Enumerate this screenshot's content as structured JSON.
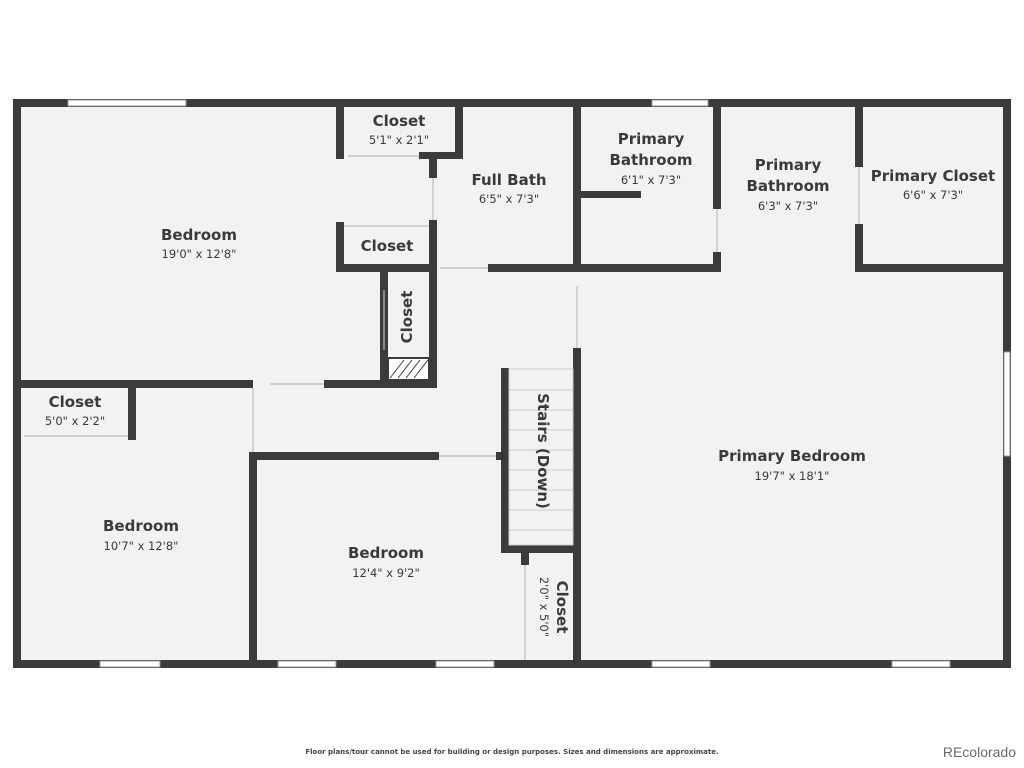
{
  "rooms": {
    "bedroom_nw": {
      "name": "Bedroom",
      "dim": "19'0\" x 12'8\""
    },
    "closet_top": {
      "name": "Closet",
      "dim": "5'1\" x 2'1\""
    },
    "full_bath": {
      "name": "Full Bath",
      "dim": "6'5\" x 7'3\""
    },
    "primary_bathroom_1": {
      "name_line1": "Primary",
      "name_line2": "Bathroom",
      "dim": "6'1\" x 7'3\""
    },
    "primary_bathroom_2": {
      "name_line1": "Primary",
      "name_line2": "Bathroom",
      "dim": "6'3\" x 7'3\""
    },
    "primary_closet": {
      "name": "Primary Closet",
      "dim": "6'6\" x 7'3\""
    },
    "closet_mid": {
      "name": "Closet"
    },
    "closet_vertical": {
      "name": "Closet"
    },
    "closet_sw": {
      "name": "Closet",
      "dim": "5'0\" x 2'2\""
    },
    "bedroom_sw": {
      "name": "Bedroom",
      "dim": "10'7\" x 12'8\""
    },
    "bedroom_s": {
      "name": "Bedroom",
      "dim": "12'4\" x 9'2\""
    },
    "stairs": {
      "name": "Stairs (Down)"
    },
    "closet_stairs": {
      "name": "Closet",
      "dim": "2'0\" x 5'0\""
    },
    "primary_bedroom": {
      "name": "Primary Bedroom",
      "dim": "19'7\" x 18'1\""
    }
  },
  "disclaimer": "Floor plans/tour cannot be used for building or design purposes. Sizes and dimensions are approximate.",
  "watermark": "REcolorado",
  "colors": {
    "wall": "#3b3b3b",
    "floor": "#f2f2f2",
    "text": "#3a3a3a"
  }
}
